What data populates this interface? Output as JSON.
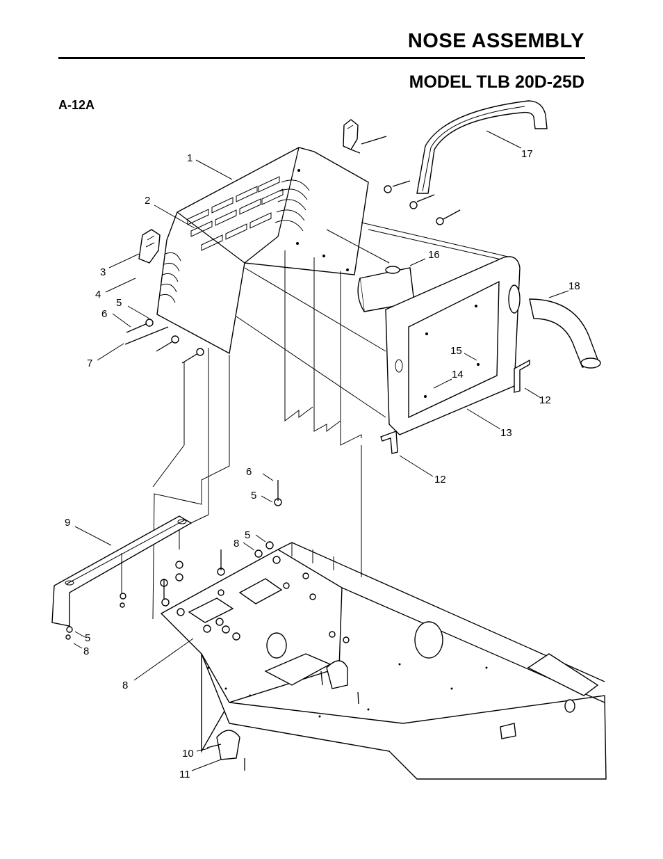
{
  "header": {
    "title": "NOSE ASSEMBLY",
    "model": "MODEL TLB 20D-25D",
    "figure_id": "A-12A"
  },
  "callouts": [
    {
      "id": "c1",
      "label": "1"
    },
    {
      "id": "c2",
      "label": "2"
    },
    {
      "id": "c3",
      "label": "3"
    },
    {
      "id": "c4",
      "label": "4"
    },
    {
      "id": "c5a",
      "label": "5"
    },
    {
      "id": "c6a",
      "label": "6"
    },
    {
      "id": "c7",
      "label": "7"
    },
    {
      "id": "c17",
      "label": "17"
    },
    {
      "id": "c16",
      "label": "16"
    },
    {
      "id": "c18",
      "label": "18"
    },
    {
      "id": "c15",
      "label": "15"
    },
    {
      "id": "c14",
      "label": "14"
    },
    {
      "id": "c12a",
      "label": "12"
    },
    {
      "id": "c13",
      "label": "13"
    },
    {
      "id": "c12b",
      "label": "12"
    },
    {
      "id": "c6b",
      "label": "6"
    },
    {
      "id": "c5b",
      "label": "5"
    },
    {
      "id": "c5c",
      "label": "5"
    },
    {
      "id": "c8a",
      "label": "8"
    },
    {
      "id": "c9",
      "label": "9"
    },
    {
      "id": "c5d",
      "label": "5"
    },
    {
      "id": "c8b",
      "label": "8"
    },
    {
      "id": "c8c",
      "label": "8"
    },
    {
      "id": "c10",
      "label": "10"
    },
    {
      "id": "c11",
      "label": "11"
    }
  ]
}
